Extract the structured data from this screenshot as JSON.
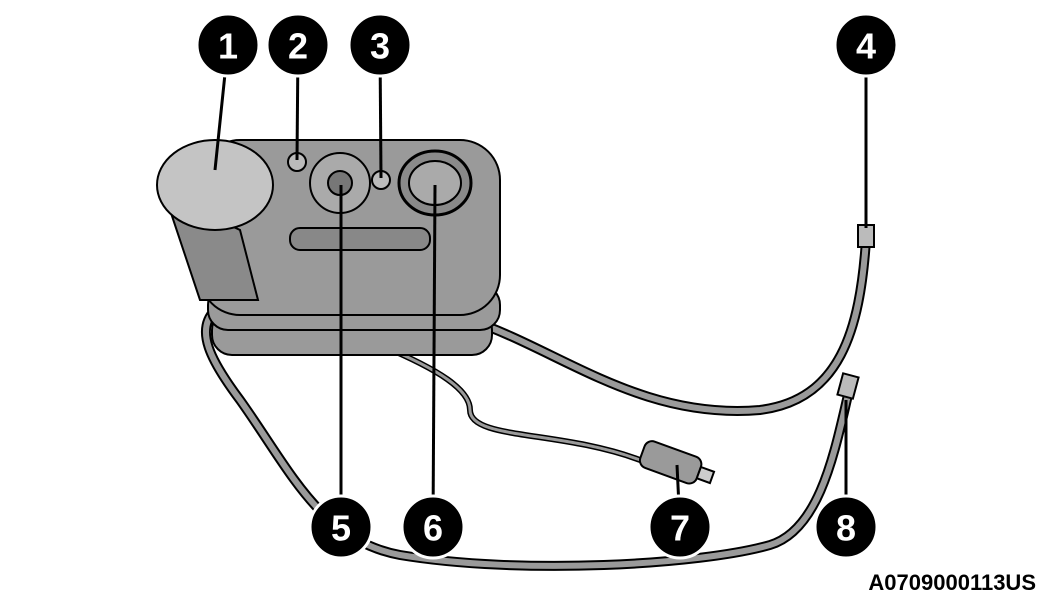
{
  "figure": {
    "caption": "A0709000113US",
    "callouts": [
      "1",
      "2",
      "3",
      "4",
      "5",
      "6",
      "7",
      "8"
    ],
    "colors": {
      "body": "#9a9a9a",
      "outline": "#000000",
      "callout_fill": "#000000",
      "callout_text": "#ffffff"
    }
  }
}
